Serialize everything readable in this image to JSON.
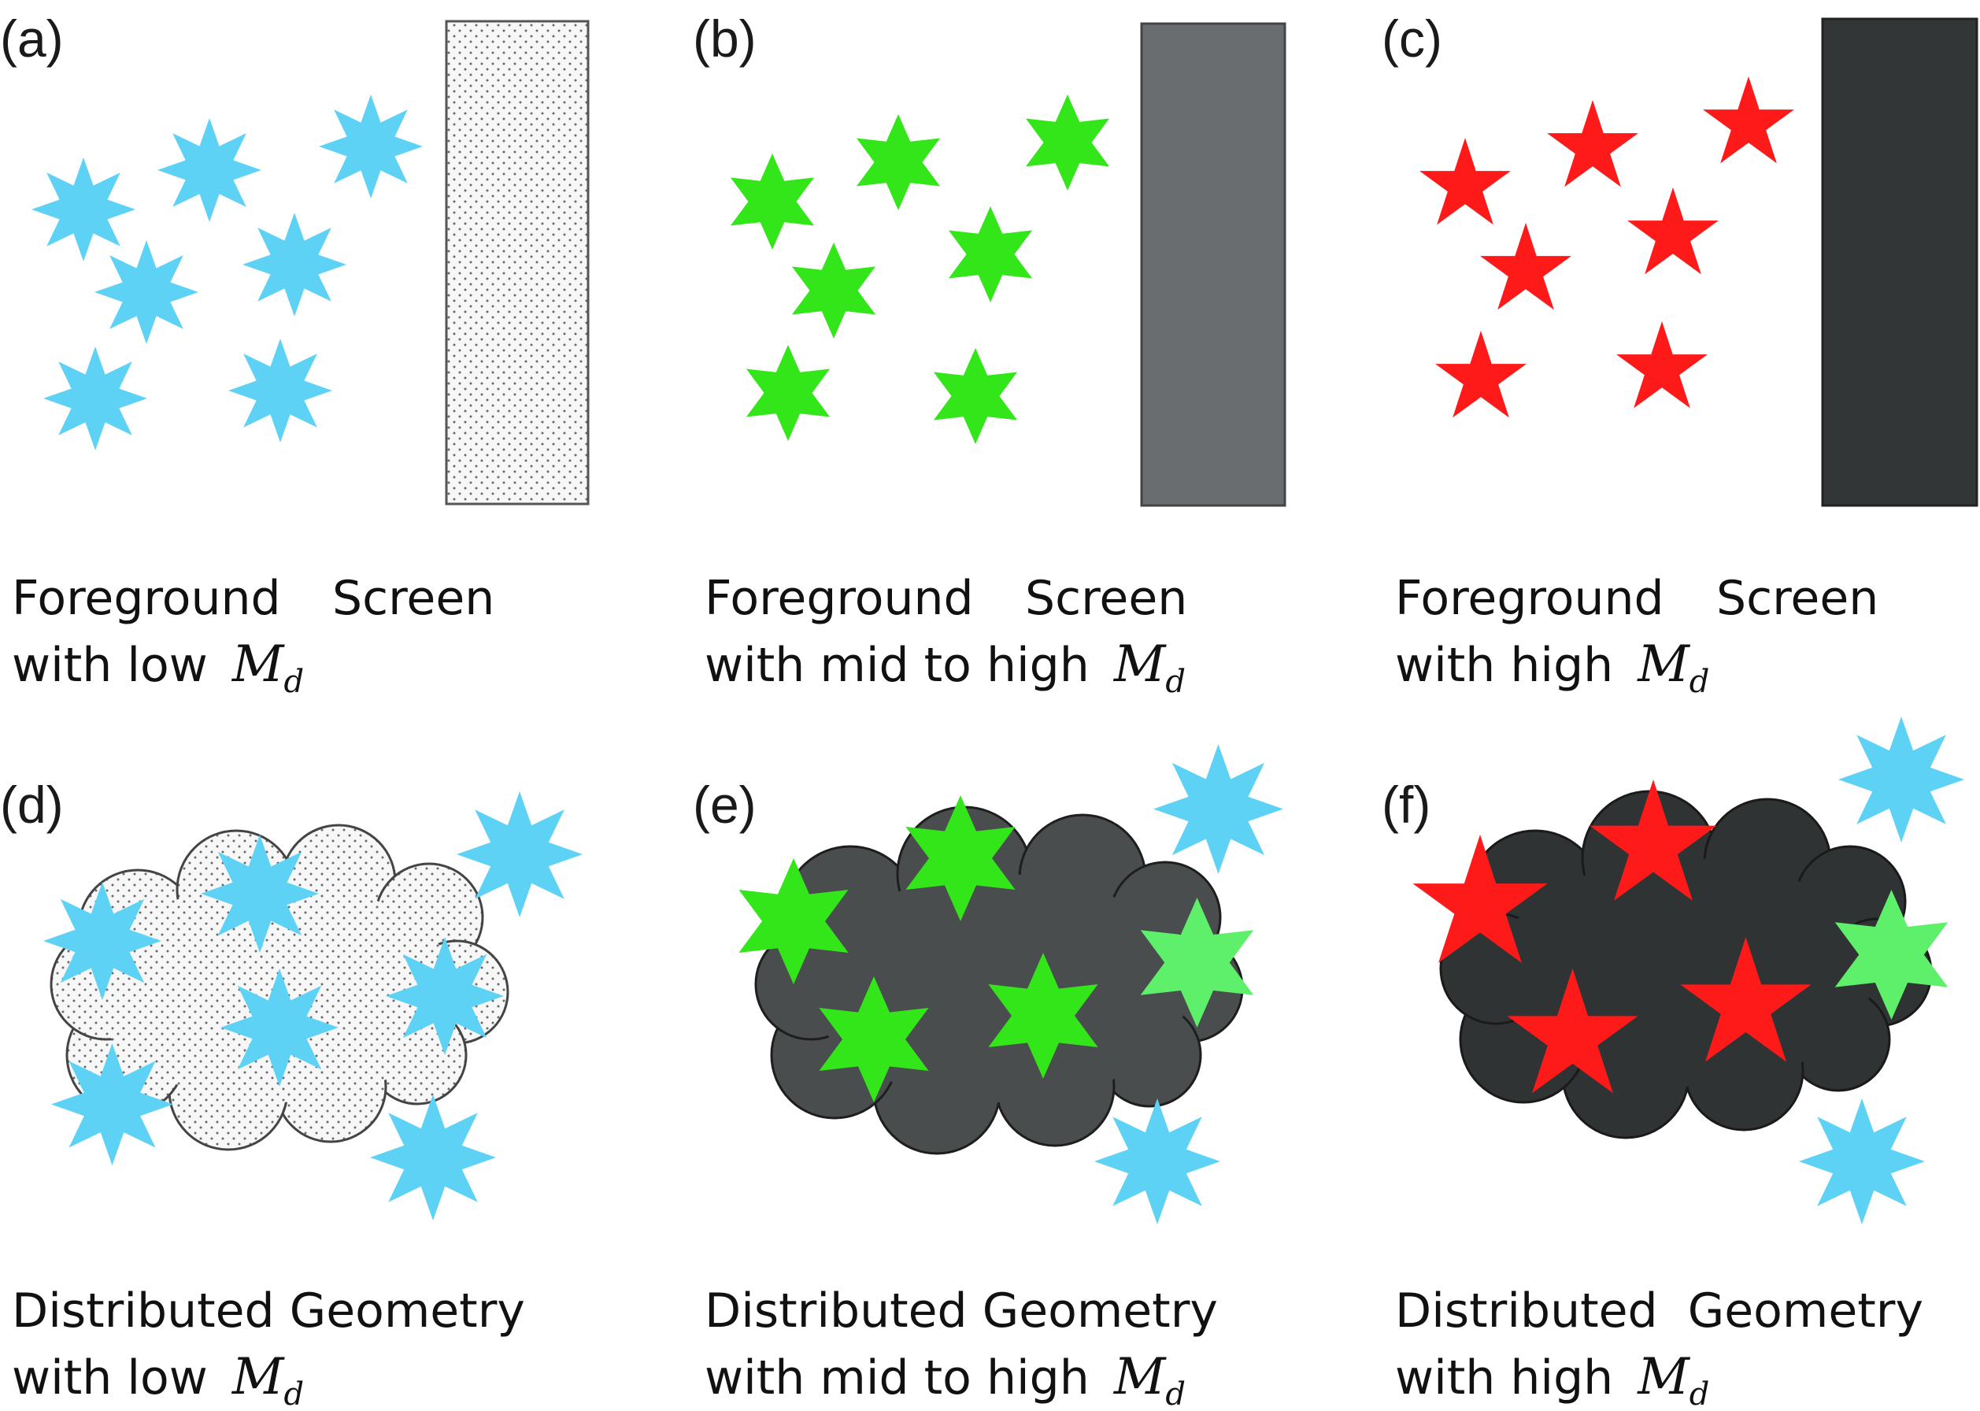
{
  "colors": {
    "low": "#5ed2f5",
    "mid": "#33e61a",
    "mid_faded": "#5ef06a",
    "high": "#ff1a1a",
    "screen_a": "#f4f4f4",
    "screen_b": "#696d6f",
    "screen_c": "#333637",
    "cloud_e": "#4a4d4e",
    "cloud_f": "#303334"
  },
  "panels": {
    "a": {
      "label": "(a)",
      "line1a": "Foreground",
      "line1b": "Screen",
      "line2": "with low",
      "md_main": "M",
      "md_sub": "d"
    },
    "b": {
      "label": "(b)",
      "line1a": "Foreground",
      "line1b": "Screen",
      "line2": "with mid to high",
      "md_main": "M",
      "md_sub": "d"
    },
    "c": {
      "label": "(c)",
      "line1a": "Foreground",
      "line1b": "Screen",
      "line2": "with high",
      "md_main": "M",
      "md_sub": "d"
    },
    "d": {
      "label": "(d)",
      "line1": "Distributed Geometry",
      "line2": "with low",
      "md_main": "M",
      "md_sub": "d"
    },
    "e": {
      "label": "(e)",
      "line1": "Distributed Geometry",
      "line2": "with mid to high",
      "md_main": "M",
      "md_sub": "d"
    },
    "f": {
      "label": "(f)",
      "line1": "Distributed  Geometry",
      "line2": "with high",
      "md_main": "M",
      "md_sub": "d"
    }
  }
}
